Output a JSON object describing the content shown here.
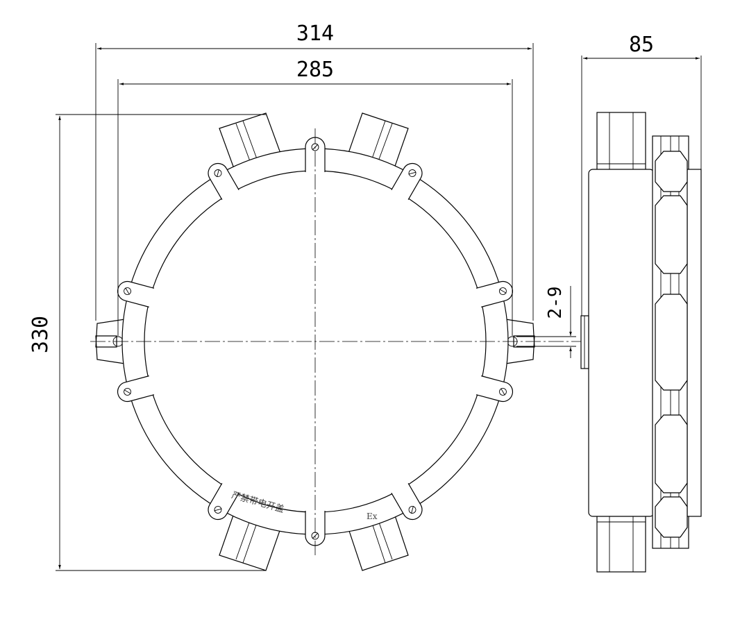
{
  "dimensions": {
    "width_outer": "314",
    "width_lugs": "285",
    "height": "330",
    "depth": "85",
    "hole": "2-9"
  },
  "labels": {
    "warning": "严禁带电开盖",
    "ex_mark": "Ex"
  }
}
